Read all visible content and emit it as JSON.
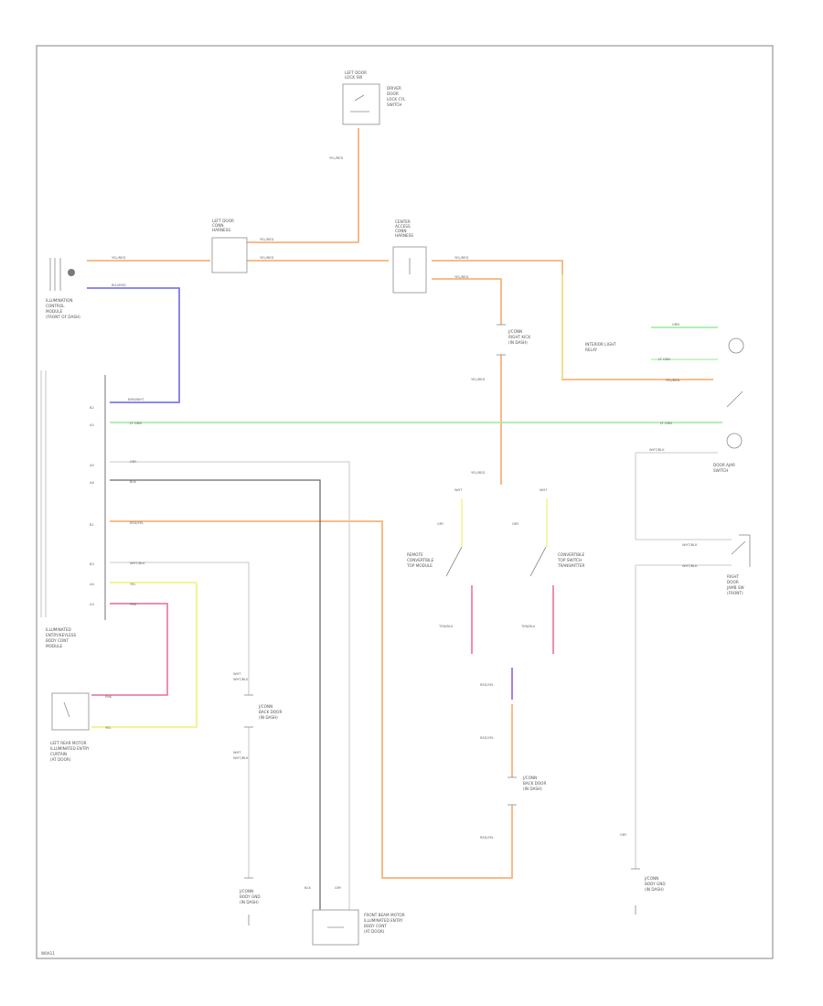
{
  "diagram_code": "W0A11",
  "components": {
    "left_door_lock_actuator": {
      "lines": [
        "LEFT DOOR",
        "LOCK SW"
      ]
    },
    "driver_door_lock_cyl_switch": {
      "lines": [
        "DRIVER",
        "DOOR",
        "LOCK CYL",
        "SWITCH"
      ]
    },
    "left_door_connector": {
      "lines": [
        "LEFT DOOR",
        "CONN",
        "HARNESS"
      ]
    },
    "center_connector": {
      "lines": [
        "CENTER",
        "ACCESS",
        "CONN",
        "HARNESS"
      ]
    },
    "illumination_control": {
      "lines": [
        "ILLUMINATION",
        "CONTROL",
        "MODULE",
        "(FRONT OF DASH)"
      ]
    },
    "joint_connector_upper": {
      "lines": [
        "J/CONN",
        "RIGHT KICK",
        "(IN DASH)"
      ]
    },
    "interior_light_relay": {
      "lines": [
        "INTERIOR LIGHT",
        "RELAY"
      ]
    },
    "door_ajar_switch": {
      "lines": [
        "DOOR AJAR",
        "SWITCH"
      ]
    },
    "illuminated_entry_module": {
      "lines": [
        "ILLUMINATED",
        "ENTRY/KEYLESS",
        "BODY CONT",
        "MODULE"
      ]
    },
    "right_switch": {
      "lines": [
        "RIGHT",
        "DOOR",
        "JAMB SW",
        "(FRONT)"
      ]
    },
    "left_rear_actuator": {
      "lines": [
        "LEFT REAR MOTOR",
        "ILLUMINATED ENTRY",
        "CURTAIN",
        "(AT DOOR)"
      ]
    },
    "mid_joint_connector": {
      "lines": [
        "J/CONN",
        "BACK DOOR",
        "(IN DASH)"
      ]
    },
    "left_front_window_unit": {
      "lines": [
        "REMOTE",
        "CONVERTIBLE",
        "TOP MODULE"
      ]
    },
    "convertible_top_transmitter": {
      "lines": [
        "CONVERTIBLE",
        "TOP SWITCH",
        "TRANSMITTER"
      ]
    },
    "joint_connector_lower": {
      "lines": [
        "J/CONN",
        "BACK DOOR",
        "(IN DASH)"
      ]
    },
    "ground_left": {
      "lines": [
        "J/CONN",
        "BODY GND",
        "(IN DASH)"
      ]
    },
    "front_door_unit": {
      "lines": [
        "FRONT BEAM MOTOR",
        "ILLUMINATED ENTRY",
        "BODY CONT",
        "(AT DOOR)"
      ]
    },
    "ground_right": {
      "lines": [
        "J/CONN",
        "BODY GND",
        "(IN DASH)"
      ]
    }
  },
  "wire_labels": {
    "yel_red_1": "YEL/RED",
    "yel_red_2": "YEL/RED",
    "yel_red_3": "YEL/RED",
    "yel_red_4": "YEL/RED",
    "yel_red_5": "YEL/RED",
    "yel_red_6": "YEL/RED",
    "yel_red_7": "YEL/RED",
    "yel_red_8": "YEL/RED",
    "yel_red_9": "YEL/RED",
    "blu_red": "BLU/RED",
    "brn_wht": "BRN/WHT",
    "lt_grn_1": "LT GRN",
    "lt_grn_2": "LT GRN",
    "grn": "GRN",
    "wht_blk": "WHT/BLK",
    "wht_blk_2": "WHT/BLK",
    "wht_blk_3": "WHT/BLK",
    "wht_blk_4": "WHT/BLK",
    "wht_blk_5": "WHT/BLK",
    "gry": "GRY",
    "blk": "BLK",
    "red_yel": "RED/YEL",
    "yel": "YEL",
    "pnk": "PNK",
    "pnk_2": "PNK",
    "yel_2": "YEL",
    "ten_blu_1": "TEN/BLU",
    "ten_blu_2": "TEN/BLU",
    "red_yel_2": "RED/YEL",
    "red_yel_3": "RED/YEL",
    "red_yel_4": "RED/YEL",
    "gry_2": "GRY",
    "gry_3": "GRY",
    "gry_4": "GRY",
    "blk_2": "BLK",
    "gry_5": "GRY",
    "wht_1": "WHT",
    "wht_2": "WHT",
    "wht_3": "WHT",
    "wht_4": "WHT"
  },
  "colors": {
    "orange": "#f7b27a",
    "blue": "#7a7aee",
    "green": "#a6eea6",
    "yellow": "#f2f28a",
    "pink": "#ee7fa8",
    "purple": "#a070d8",
    "gray": "#9a9a9a",
    "light_gray": "#d4d4d4",
    "dark": "#555555"
  }
}
